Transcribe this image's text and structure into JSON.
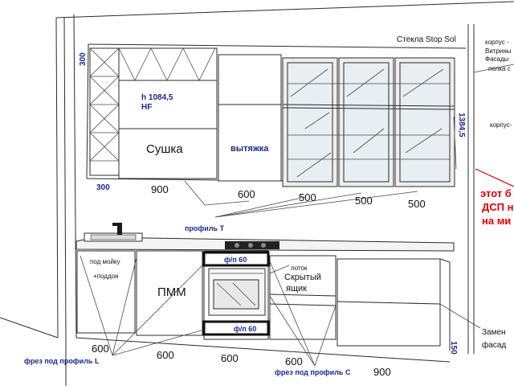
{
  "colors": {
    "line": "#2b2b2b",
    "navy": "#1b2a8a",
    "red": "#e00000",
    "glass": "#e9eef2"
  },
  "labels": {
    "glass_note": "Стекла Stop Sol",
    "right_top_1": "корпус -",
    "right_top_2": "Витрины",
    "right_top_3": "Фасады",
    "right_top_4": "полка с",
    "right_mid": "корпус-",
    "h_label": "h 1084,5",
    "hf_label": "HF",
    "sushka": "Сушка",
    "vytyazhka": "вытяжка",
    "height_300_top": "300",
    "height_300_mid": "300",
    "height_1384": "1384,5",
    "red_1": "этот б",
    "red_2": "ДСП н",
    "red_3": "на ми",
    "top_dim_900": "900",
    "top_dim_600": "600",
    "top_dim_500a": "500",
    "top_dim_500b": "500",
    "top_dim_500c": "500",
    "profile_t": "профиль Т",
    "sink_note_1": "под мойку",
    "sink_note_2": "+поддон",
    "pmm": "ПММ",
    "fp60_top": "ф/п 60",
    "fp60_bottom": "ф/п 60",
    "lotok": "лоток",
    "hidden_1": "Скрытый",
    "hidden_2": "ящик",
    "zamen_1": "Замен",
    "zamen_2": "фасад",
    "height_150": "150",
    "bottom_600a": "600",
    "bottom_600b": "600",
    "bottom_600c": "600",
    "bottom_600d": "600",
    "bottom_900": "900",
    "frez_l": "фрез под профиль L",
    "frez_c": "фрез под профиль С"
  }
}
